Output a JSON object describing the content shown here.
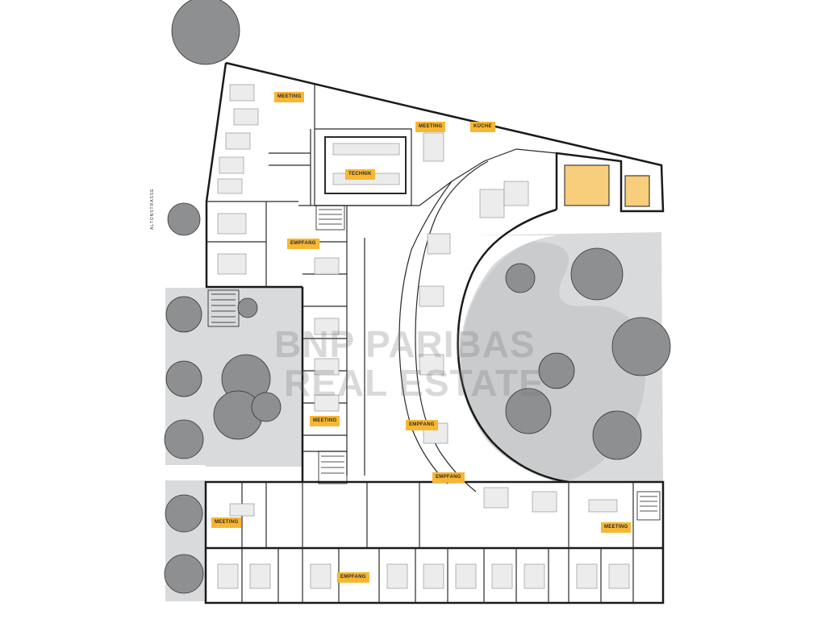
{
  "plan": {
    "street_label": "ALTONSTRASSE",
    "watermark": {
      "line1": "BNP PARIBAS",
      "line2": "REAL ESTATE"
    },
    "colors": {
      "label_bg": "#f7b733",
      "wall": "#1a1a1a",
      "pavement": "#d9dadb",
      "tree": "#8e8f91",
      "highlight_room": "#f8cd7c"
    },
    "labels": {
      "meeting_nw": "MEETING",
      "meeting_top": "MEETING",
      "kueche": "KÜCHE",
      "technik": "TECHNIK",
      "empfang_w": "EMPFANG",
      "meeting_center": "MEETING",
      "empfang_curve": "EMPFANG",
      "empfang_south": "EMPFANG",
      "meeting_sw": "MEETING",
      "meeting_se": "MEETING",
      "empfang_bottom": "EMPFANG"
    }
  }
}
